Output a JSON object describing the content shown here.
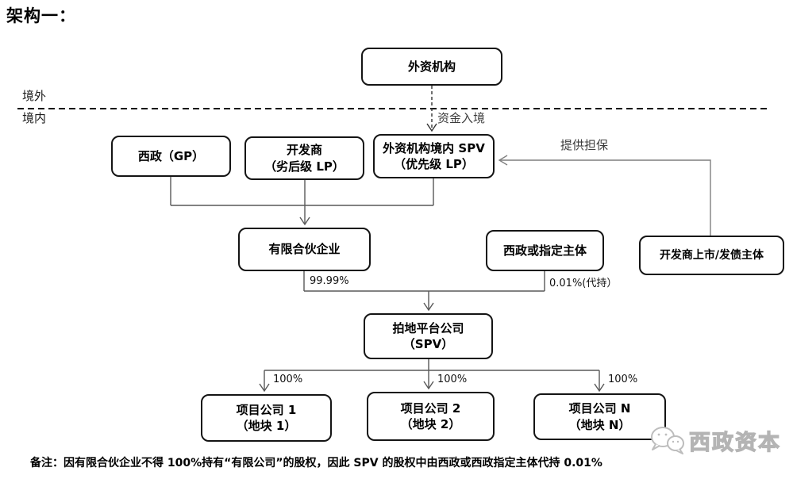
{
  "title": "架构一：",
  "region_labels": {
    "offshore": "境外",
    "onshore": "境内"
  },
  "nodes": {
    "foreign_institution": {
      "label": "外资机构"
    },
    "xizheng_gp": {
      "label": "西政（GP）"
    },
    "developer_lp": {
      "line1": "开发商",
      "line2": "（劣后级 LP）"
    },
    "spv_onshore": {
      "line1": "外资机构境内 SPV",
      "line2": "（优先级 LP）"
    },
    "limited_partnership": {
      "label": "有限合伙企业"
    },
    "xizheng_designated": {
      "label": "西政或指定主体"
    },
    "developer_listed": {
      "label": "开发商上市/发债主体"
    },
    "land_platform": {
      "line1": "拍地平台公司",
      "line2": "（SPV）"
    },
    "project_1": {
      "line1": "项目公司 1",
      "line2": "（地块 1）"
    },
    "project_2": {
      "line1": "项目公司 2",
      "line2": "（地块 2）"
    },
    "project_n": {
      "line1": "项目公司 N",
      "line2": "（地块 N）"
    }
  },
  "edge_labels": {
    "capital_entry": "资金入境",
    "guarantee": "提供担保",
    "lp_share": "99.99%",
    "nominee_share": "0.01%(代持）",
    "ownership": [
      "100%",
      "100%",
      "100%"
    ]
  },
  "note": "备注：因有限合伙企业不得 100%持有“有限公司”的股权，因此 SPV 的股权中由西政或西政指定主体代持 0.01%",
  "watermark": {
    "brand": "西政资本"
  },
  "colors": {
    "box_border": "#141414",
    "connector": "#595959",
    "guarantee_line": "#7f7f7f",
    "watermark_gray": "#b4b4b4"
  }
}
